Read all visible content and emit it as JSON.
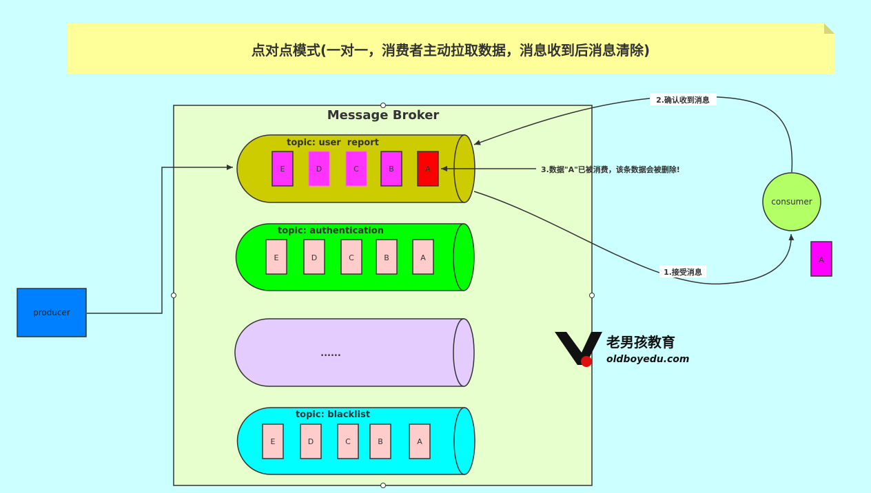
{
  "title": "点对点模式(一对一，消费者主动拉取数据，消息收到后消息清除)",
  "broker": {
    "label": "Message Broker"
  },
  "producer": {
    "label": "producer"
  },
  "consumer": {
    "label": "consumer",
    "received_message": "A"
  },
  "arrows": {
    "step1": "1.接受消息",
    "step2": "2.确认收到消息",
    "step3": "3.数据\"A\"已被消费，该条数据会被删除!"
  },
  "topics": [
    {
      "label": "topic: user  report",
      "messages": [
        "E",
        "D",
        "C",
        "B",
        "A"
      ],
      "fill": "#cccc00"
    },
    {
      "label": "topic: authentication",
      "messages": [
        "E",
        "D",
        "C",
        "B",
        "A"
      ],
      "fill": "#00ff00"
    },
    {
      "label": "......",
      "messages": [],
      "fill": "#e5ccff"
    },
    {
      "label": "topic: blacklist",
      "messages": [
        "E",
        "D",
        "C",
        "B",
        "A"
      ],
      "fill": "#00ffff"
    }
  ],
  "logo": {
    "name": "老男孩教育",
    "domain": "oldboyedu.com"
  },
  "colors": {
    "note": "#ffff99",
    "broker": "#e6ffcc",
    "producer": "#007fff",
    "consumer": "#b3ff66",
    "message_magenta": "#ff33ff",
    "message_consumed": "#ff0000",
    "message_pink": "#ffcccc"
  }
}
